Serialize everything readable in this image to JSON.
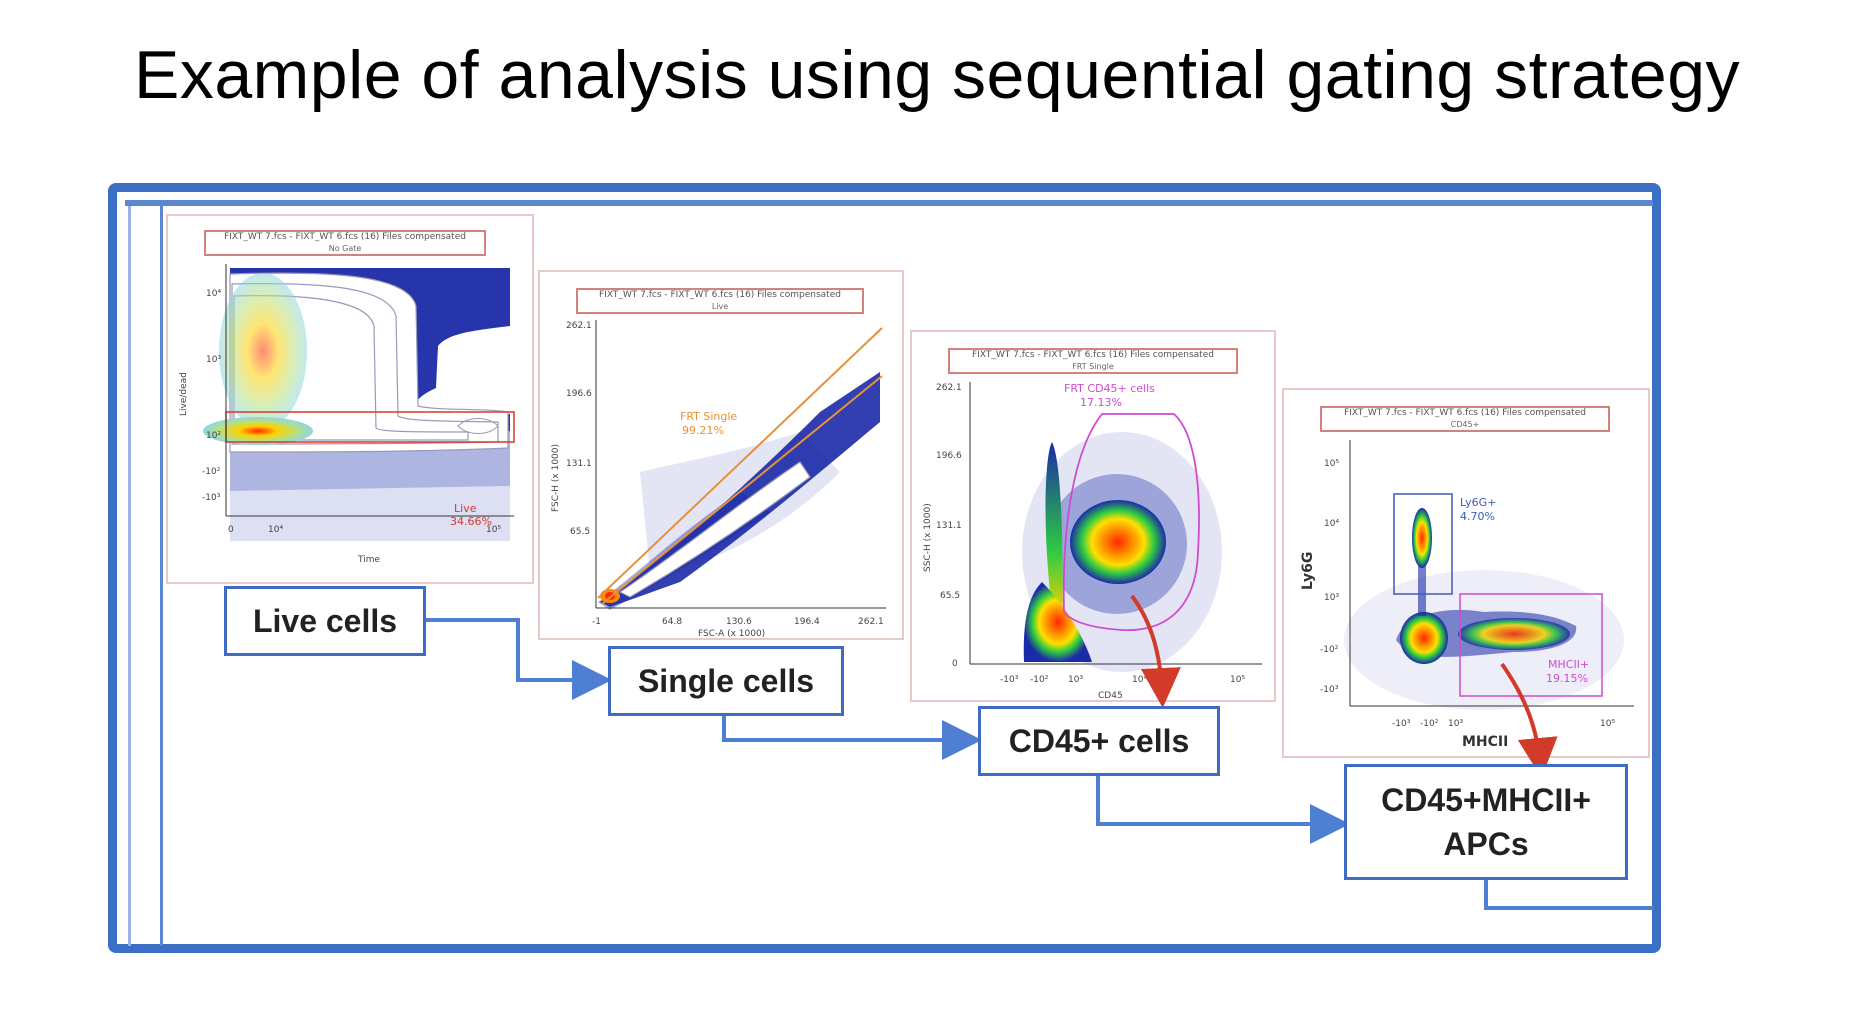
{
  "title": "Example of analysis using sequential gating strategy",
  "panels": [
    {
      "header": "FIXT_WT 7.fcs - FIXT_WT 6.fcs (16) Files compensated",
      "gate_parent": "No Gate",
      "xlabel": "Time",
      "ylabel": "Live/dead",
      "gate_name": "Live",
      "gate_pct": "34.66%",
      "xticks": [
        "0",
        "10⁴",
        "10⁵"
      ],
      "yticks": [
        "10⁴",
        "10³",
        "10²",
        "-10²",
        "-10³"
      ]
    },
    {
      "header": "FIXT_WT 7.fcs - FIXT_WT 6.fcs (16) Files compensated",
      "gate_parent": "Live",
      "xlabel": "FSC-A (x 1000)",
      "ylabel": "FSC-H (x 1000)",
      "gate_name": "FRT Single",
      "gate_pct": "99.21%",
      "xticks": [
        "-1",
        "64.8",
        "130.6",
        "196.4",
        "262.1"
      ],
      "yticks": [
        "262.1",
        "196.6",
        "131.1",
        "65.5"
      ]
    },
    {
      "header": "FIXT_WT 7.fcs - FIXT_WT 6.fcs (16) Files compensated",
      "gate_parent": "FRT Single",
      "xlabel": "CD45",
      "ylabel": "SSC-H (x 1000)",
      "gate_name": "FRT CD45+ cells",
      "gate_pct": "17.13%",
      "xticks": [
        "-10³",
        "-10²",
        "10³",
        "10⁴",
        "10⁵"
      ],
      "yticks": [
        "262.1",
        "196.6",
        "131.1",
        "65.5",
        "0"
      ]
    },
    {
      "header": "FIXT_WT 7.fcs - FIXT_WT 6.fcs (16) Files compensated",
      "gate_parent": "CD45+",
      "xlabel": "MHCII",
      "ylabel": "Ly6G",
      "gate1_name": "Ly6G+",
      "gate1_pct": "4.70%",
      "gate2_name": "MHCII+",
      "gate2_pct": "19.15%",
      "xticks": [
        "-10³",
        "-10²",
        "10³",
        "10⁵"
      ],
      "yticks": [
        "10⁵",
        "10⁴",
        "10³",
        "-10²",
        "-10³"
      ]
    }
  ],
  "stages": [
    "Live cells",
    "Single cells",
    "CD45+ cells",
    "CD45+MHCII+ APCs"
  ],
  "colors": {
    "frame": "#3a6fc4",
    "connector": "#4f7fd3",
    "gate_red": "#d23a2a",
    "gate_orange": "#e69138",
    "gate_magenta": "#d04ad0",
    "dots": "#1b2aa8"
  }
}
